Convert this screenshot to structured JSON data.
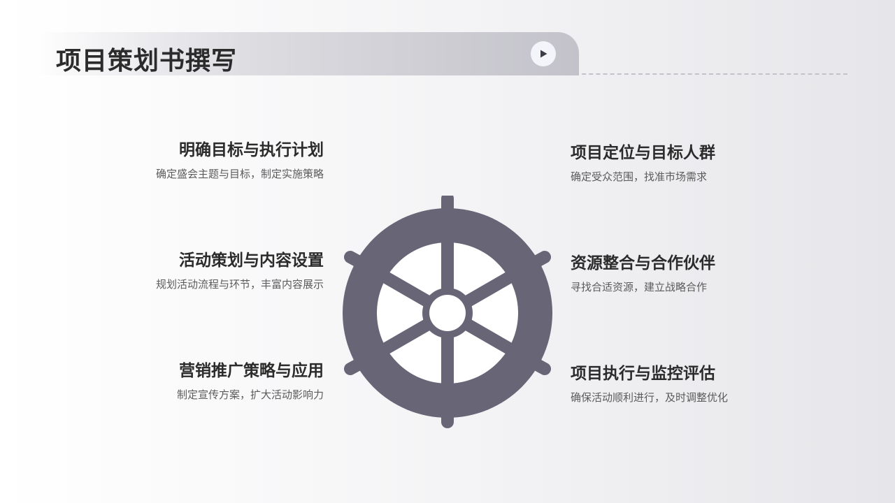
{
  "header": {
    "title": "项目策划书撰写"
  },
  "colors": {
    "wheel": "#676576",
    "title_text": "#2b2b2b",
    "body_text": "#5b5b5b"
  },
  "items_left": [
    {
      "title": "明确目标与执行计划",
      "desc": "确定盛会主题与目标，制定实施策略"
    },
    {
      "title": "活动策划与内容设置",
      "desc": "规划活动流程与环节，丰富内容展示"
    },
    {
      "title": "营销推广策略与应用",
      "desc": "制定宣传方案，扩大活动影响力"
    }
  ],
  "items_right": [
    {
      "title": "项目定位与目标人群",
      "desc": "确定受众范围，找准市场需求"
    },
    {
      "title": "资源整合与合作伙伴",
      "desc": "寻找合适资源，建立战略合作"
    },
    {
      "title": "项目执行与监控评估",
      "desc": "确保活动顺利进行，及时调整优化"
    }
  ]
}
